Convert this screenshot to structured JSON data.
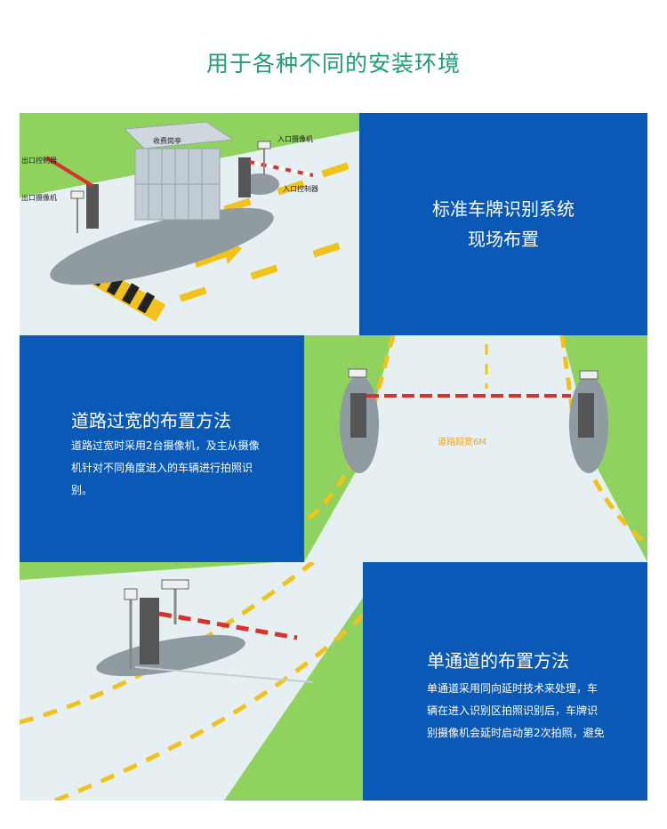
{
  "title": "用于各种不同的安装环境",
  "section1": {
    "heading_line1": "标准车牌识别系统",
    "heading_line2": "现场布置",
    "labels": {
      "booth": "收费岗亭",
      "exit_controller": "出口控制器",
      "exit_camera": "出口摄像机",
      "entry_camera": "入口摄像机",
      "entry_controller": "入口控制器"
    }
  },
  "section2": {
    "heading": "道路过宽的布置方法",
    "body": "道路过宽时采用2台摄像机，及主从摄像机针对不同角度进入的车辆进行拍照识别。",
    "road_label": "道路超宽6M"
  },
  "section3": {
    "heading": "单通道的布置方法",
    "body": "单通道采用同向延时技术来处理，车辆在进入识别区拍照识别后，车牌识别摄像机会延时启动第2次拍照，避免"
  },
  "colors": {
    "title": "#1f9e74",
    "panel_blue": "#0a59b7",
    "grass": "#8fd35e",
    "road_line": "#f2c21b"
  }
}
